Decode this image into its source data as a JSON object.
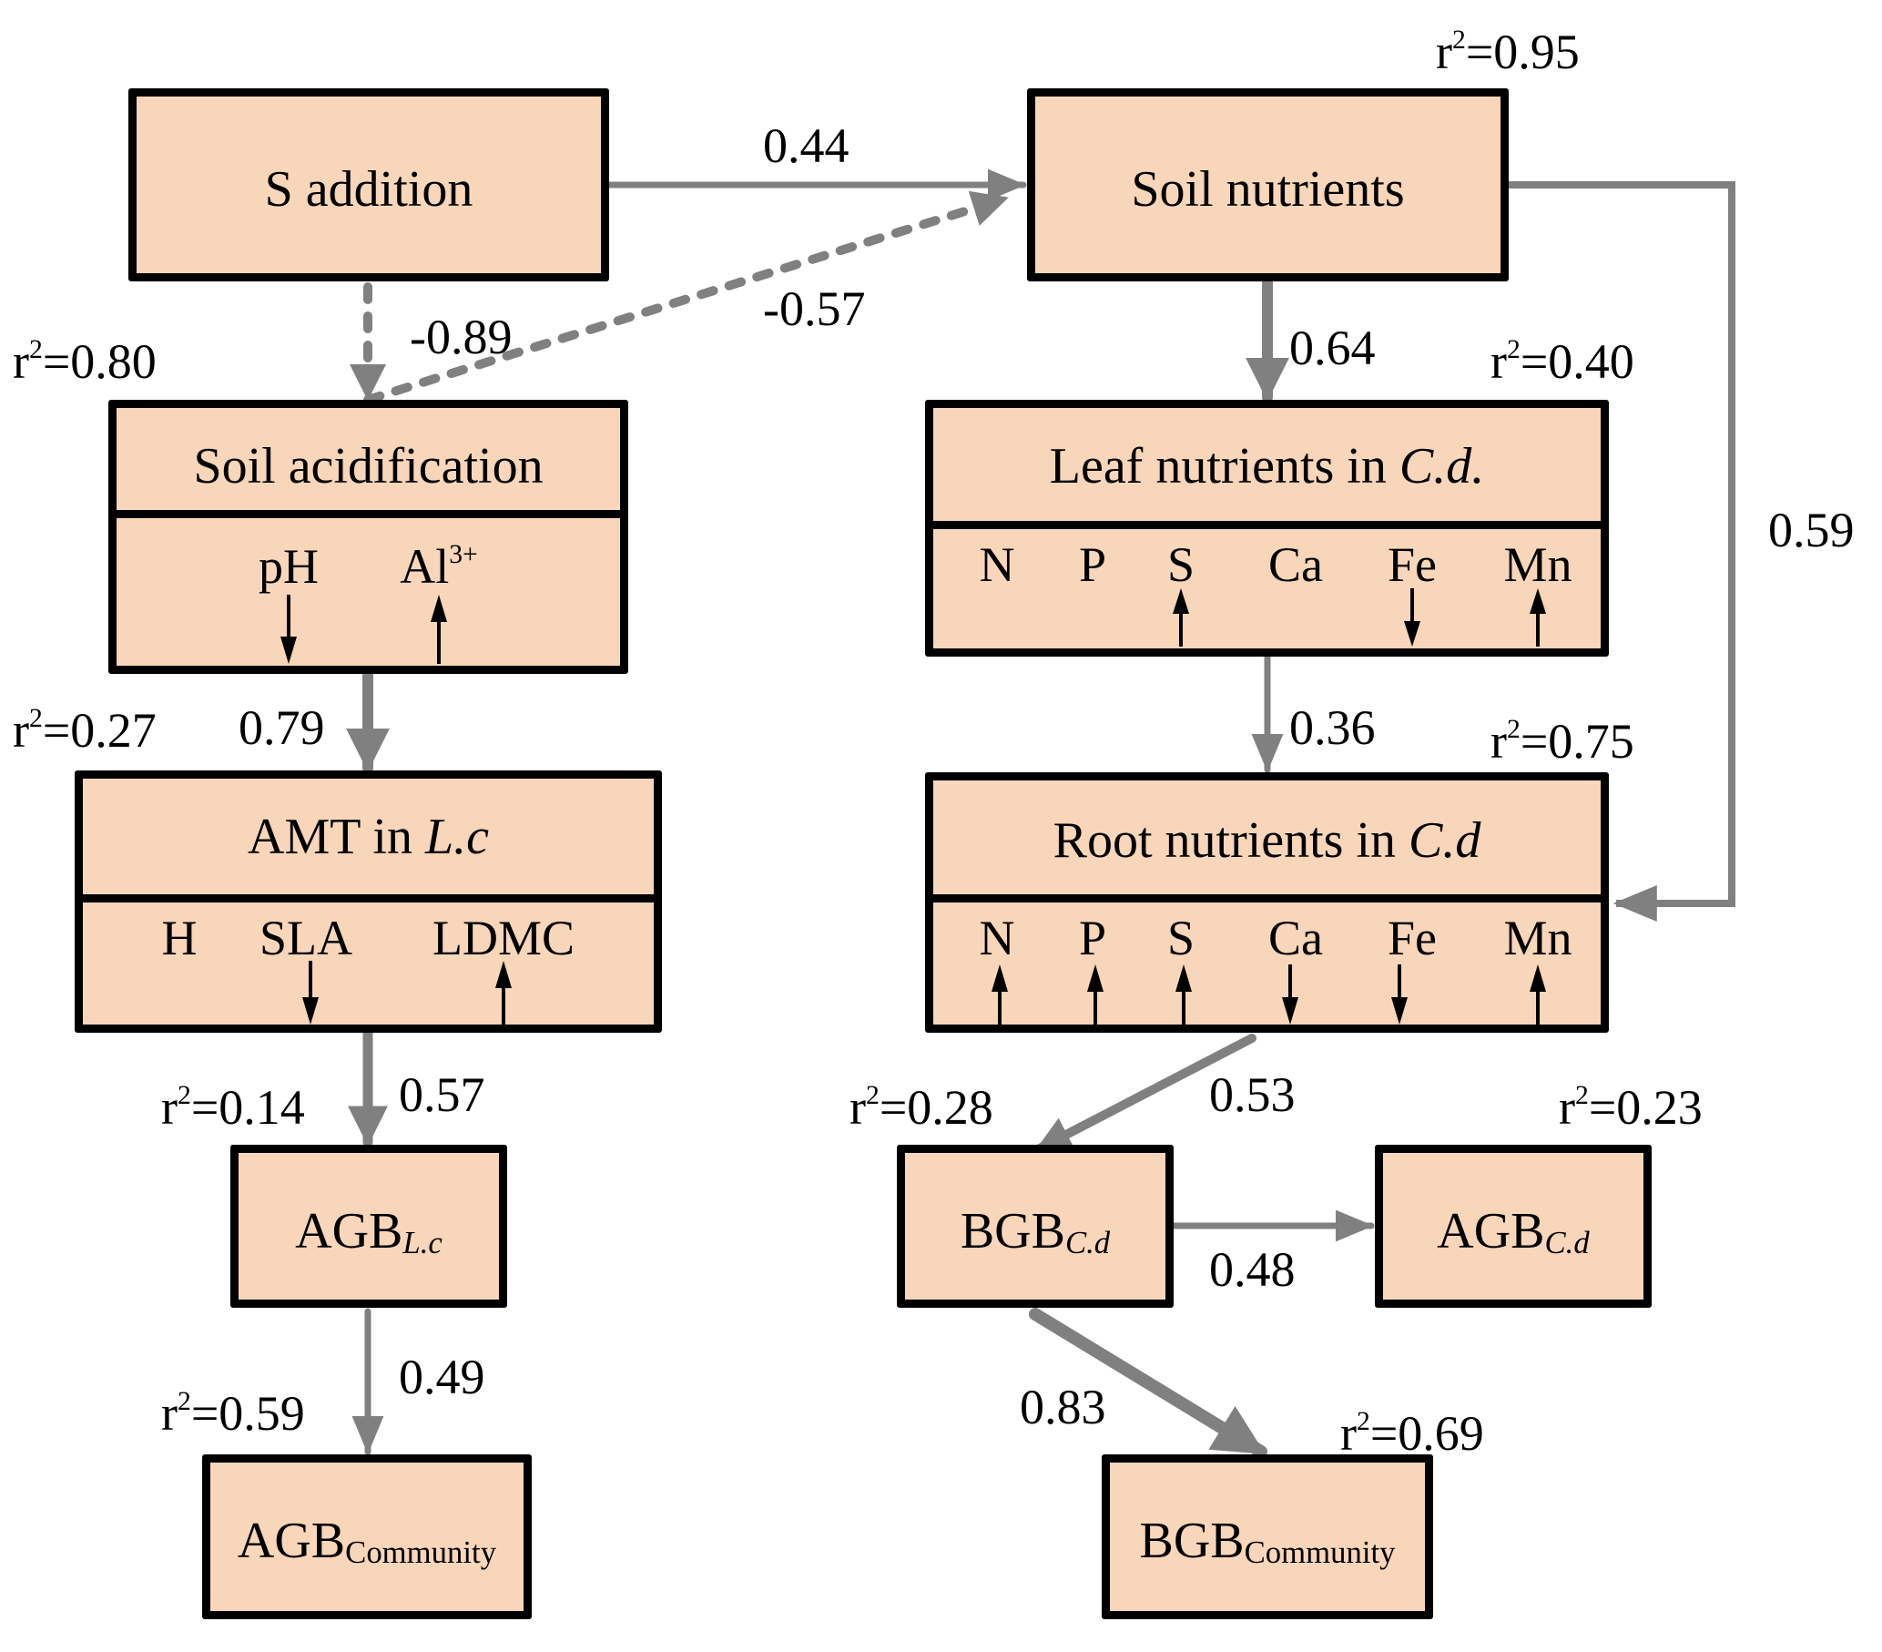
{
  "colors": {
    "node_fill": "#F8D6B9",
    "node_border": "#000000",
    "path": "#808080",
    "trait_arrow": "#000000"
  },
  "nodes": {
    "s_addition": {
      "title": "S addition"
    },
    "soil_nutrients": {
      "title": "Soil nutrients",
      "r2": "0.95"
    },
    "soil_acidification": {
      "title": "Soil acidification",
      "r2": "0.80",
      "traits": [
        {
          "label": "pH",
          "direction": "down"
        },
        {
          "label": "Al",
          "sup": "3+",
          "direction": "up"
        }
      ]
    },
    "leaf_nutrients": {
      "title": "Leaf nutrients in ",
      "title_italic": "C.d.",
      "r2": "0.40",
      "traits": [
        {
          "label": "N",
          "direction": "none"
        },
        {
          "label": "P",
          "direction": "none"
        },
        {
          "label": "S",
          "direction": "up"
        },
        {
          "label": "Ca",
          "direction": "none"
        },
        {
          "label": "Fe",
          "direction": "down"
        },
        {
          "label": "Mn",
          "direction": "up"
        }
      ]
    },
    "amt": {
      "title": "AMT in ",
      "title_italic": "L.c",
      "r2": "0.27",
      "traits": [
        {
          "label": "H",
          "direction": "none"
        },
        {
          "label": "SLA",
          "direction": "down"
        },
        {
          "label": "LDMC",
          "direction": "up"
        }
      ]
    },
    "root_nutrients": {
      "title": "Root nutrients in ",
      "title_italic": "C.d",
      "r2": "0.75",
      "traits": [
        {
          "label": "N",
          "direction": "up"
        },
        {
          "label": "P",
          "direction": "up"
        },
        {
          "label": "S",
          "direction": "up"
        },
        {
          "label": "Ca",
          "direction": "down"
        },
        {
          "label": "Fe",
          "direction": "down"
        },
        {
          "label": "Mn",
          "direction": "up"
        }
      ]
    },
    "agb_lc": {
      "title": "AGB",
      "subscript": "L.c",
      "subscript_italic": true,
      "r2": "0.14"
    },
    "bgb_cd": {
      "title": "BGB",
      "subscript": "C.d",
      "subscript_italic": true,
      "r2": "0.28"
    },
    "agb_cd": {
      "title": "AGB",
      "subscript": "C.d",
      "subscript_italic": true,
      "r2": "0.23"
    },
    "agb_community": {
      "title": "AGB",
      "subscript": "Community",
      "subscript_italic": false,
      "r2": "0.59"
    },
    "bgb_community": {
      "title": "BGB",
      "subscript": "Community",
      "subscript_italic": false,
      "r2": "0.69"
    }
  },
  "r2_prefix": "r",
  "r2_sup": "2",
  "r2_eq": "=",
  "paths": [
    {
      "from": "S addition",
      "to": "Soil nutrients",
      "coef": "0.44",
      "style": "solid"
    },
    {
      "from": "S addition",
      "to": "Soil acidification",
      "coef": "-0.89",
      "style": "dashed"
    },
    {
      "from": "Soil acidification",
      "to": "Soil nutrients",
      "coef": "-0.57",
      "style": "dashed"
    },
    {
      "from": "Soil nutrients",
      "to": "Leaf nutrients in C.d.",
      "coef": "0.64",
      "style": "solid"
    },
    {
      "from": "Soil nutrients",
      "to": "Root nutrients in C.d",
      "coef": "0.59",
      "style": "solid"
    },
    {
      "from": "Soil acidification",
      "to": "AMT in L.c",
      "coef": "0.79",
      "style": "solid"
    },
    {
      "from": "Leaf nutrients in C.d.",
      "to": "Root nutrients in C.d",
      "coef": "0.36",
      "style": "solid"
    },
    {
      "from": "AMT in L.c",
      "to": "AGB L.c",
      "coef": "0.57",
      "style": "solid"
    },
    {
      "from": "Root nutrients in C.d",
      "to": "BGB C.d",
      "coef": "0.53",
      "style": "solid"
    },
    {
      "from": "AGB L.c",
      "to": "AGB Community",
      "coef": "0.49",
      "style": "solid"
    },
    {
      "from": "BGB C.d",
      "to": "AGB C.d",
      "coef": "0.48",
      "style": "solid"
    },
    {
      "from": "BGB C.d",
      "to": "BGB Community",
      "coef": "0.83",
      "style": "solid"
    }
  ]
}
